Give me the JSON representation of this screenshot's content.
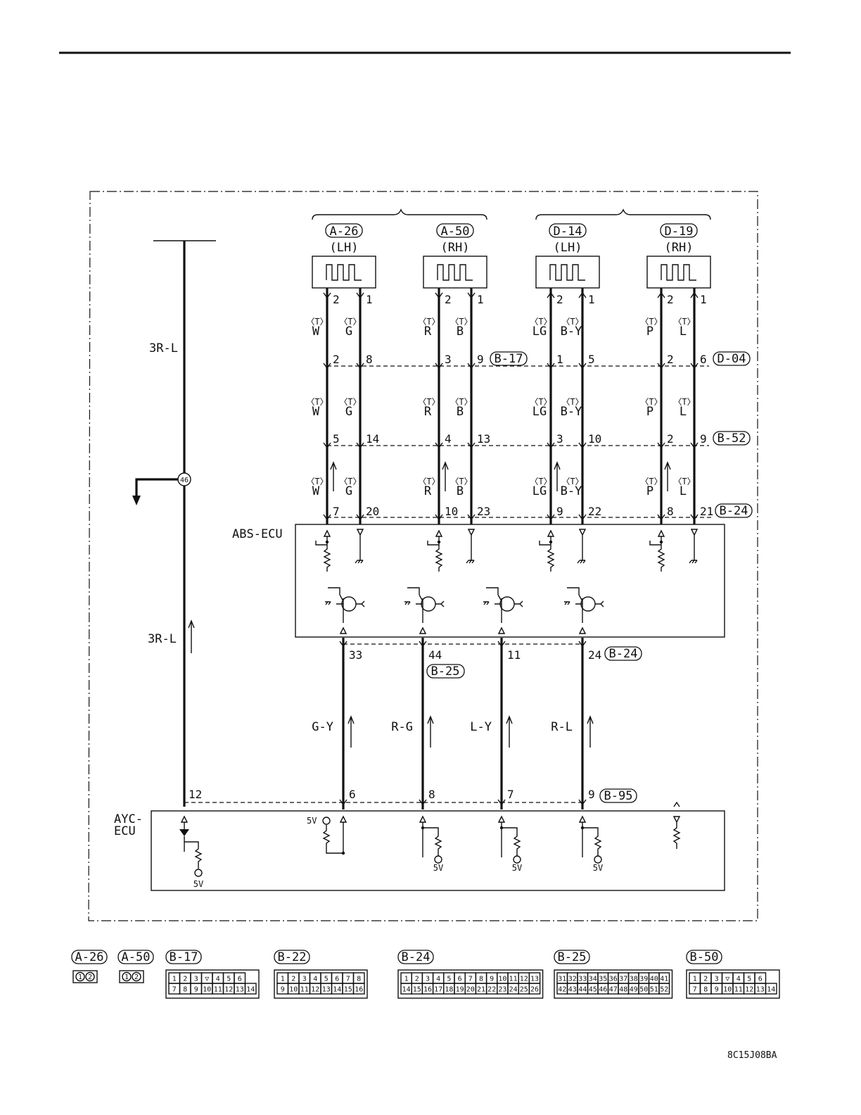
{
  "diagram": {
    "sensor_groups": [
      {
        "connector": "A-26",
        "side": "(LH)"
      },
      {
        "connector": "A-50",
        "side": "(RH)"
      },
      {
        "connector": "D-14",
        "side": "(LH)"
      },
      {
        "connector": "D-19",
        "side": "(RH)"
      }
    ],
    "sensor_pins": [
      "2",
      "1"
    ],
    "wire_pairs": [
      {
        "colors": [
          "W",
          "G"
        ],
        "j1": [
          "2",
          "8"
        ],
        "j2": [
          "5",
          "14"
        ],
        "ecu": [
          "7",
          "20"
        ]
      },
      {
        "colors": [
          "R",
          "B"
        ],
        "j1": [
          "3",
          "9"
        ],
        "j2": [
          "4",
          "13"
        ],
        "ecu": [
          "10",
          "23"
        ]
      },
      {
        "colors": [
          "LG",
          "B-Y"
        ],
        "j1": [
          "1",
          "5"
        ],
        "j2": [
          "3",
          "10"
        ],
        "ecu": [
          "9",
          "22"
        ]
      },
      {
        "colors": [
          "P",
          "L"
        ],
        "j1": [
          "2",
          "6"
        ],
        "j2": [
          "2",
          "9"
        ],
        "ecu": [
          "8",
          "21"
        ]
      }
    ],
    "twist_mark": "<T>",
    "row_connectors": {
      "row1_left": "B-17",
      "row1_right": "D-04",
      "row2": "B-52",
      "row3": "B-24"
    },
    "abs_ecu_label": "ABS-ECU",
    "ayc_ecu_label": [
      "AYC-",
      "ECU"
    ],
    "power_wire": {
      "color": "3R-L",
      "junction": "46",
      "ayc_pin": "12"
    },
    "output_wires": [
      {
        "color": "G-Y",
        "abs_pin": "33",
        "ayc_pin": "6"
      },
      {
        "color": "R-G",
        "abs_pin": "44",
        "ayc_pin": "8"
      },
      {
        "color": "L-Y",
        "abs_pin": "11",
        "ayc_pin": "7"
      },
      {
        "color": "R-L",
        "abs_pin": "24",
        "ayc_pin": "9"
      }
    ],
    "abs_output_connectors": {
      "first": "B-25",
      "second": "B-24"
    },
    "ayc_connector": "B-95",
    "voltage": "5V",
    "figure_code": "8C15J08BA"
  },
  "connector_views": [
    {
      "name": "A-26",
      "pins": [
        "1",
        "2"
      ]
    },
    {
      "name": "A-50",
      "pins": [
        "1",
        "2"
      ]
    },
    {
      "name": "B-17",
      "rows": [
        [
          "1",
          "2",
          "3",
          "",
          "4",
          "5",
          "6"
        ],
        [
          "7",
          "8",
          "9",
          "10",
          "11",
          "12",
          "13",
          "14"
        ]
      ]
    },
    {
      "name": "B-22",
      "rows": [
        [
          "1",
          "2",
          "3",
          "4",
          "5",
          "6",
          "7",
          "8"
        ],
        [
          "9",
          "10",
          "11",
          "12",
          "13",
          "14",
          "15",
          "16"
        ]
      ]
    },
    {
      "name": "B-24",
      "rows": [
        [
          "1",
          "2",
          "3",
          "4",
          "5",
          "6",
          "7",
          "8",
          "9",
          "10",
          "11",
          "12",
          "13"
        ],
        [
          "14",
          "15",
          "16",
          "17",
          "18",
          "19",
          "20",
          "21",
          "22",
          "23",
          "24",
          "25",
          "26"
        ]
      ]
    },
    {
      "name": "B-25",
      "rows": [
        [
          "31",
          "32",
          "33",
          "34",
          "35",
          "36",
          "37",
          "38",
          "39",
          "40",
          "41"
        ],
        [
          "42",
          "43",
          "44",
          "45",
          "46",
          "47",
          "48",
          "49",
          "50",
          "51",
          "52"
        ]
      ]
    },
    {
      "name": "B-50",
      "rows": [
        [
          "1",
          "2",
          "3",
          "",
          "4",
          "5",
          "6"
        ],
        [
          "7",
          "8",
          "9",
          "10",
          "11",
          "12",
          "13",
          "14"
        ]
      ]
    }
  ]
}
